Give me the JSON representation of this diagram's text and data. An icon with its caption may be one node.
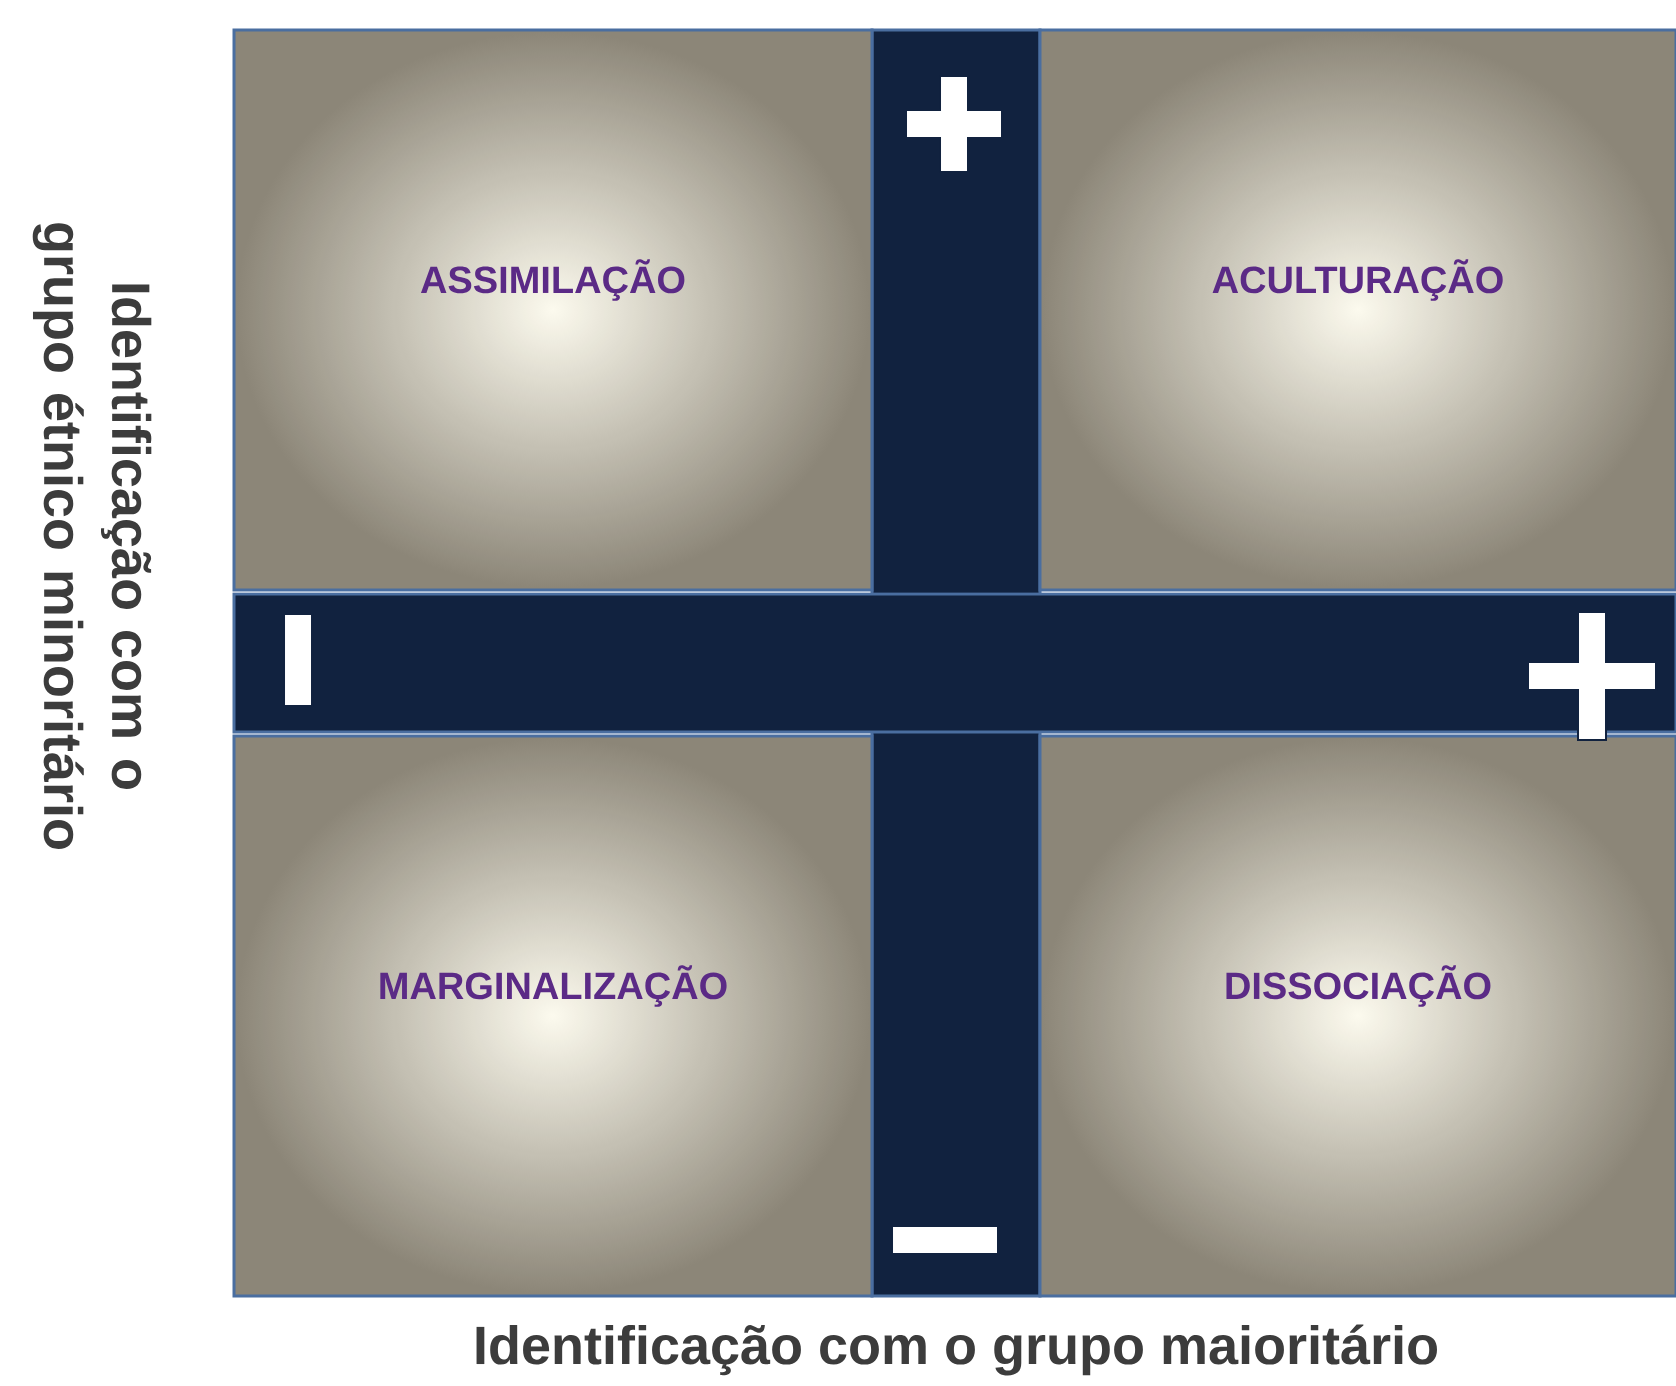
{
  "diagram": {
    "nodes": [
      {
        "text": [
          "ASSIMILAÇÃO"
        ]
      },
      {
        "text": [
          "ACULTURAÇÃO"
        ]
      },
      {
        "text": [
          "MARGINALIZAÇÃO"
        ]
      },
      {
        "text": [
          "DISSOCIAÇÃO"
        ]
      }
    ],
    "labels": [
      "Identificação com o grupo étnico minoritário",
      "Identificação com o grupo maioritário"
    ]
  }
}
